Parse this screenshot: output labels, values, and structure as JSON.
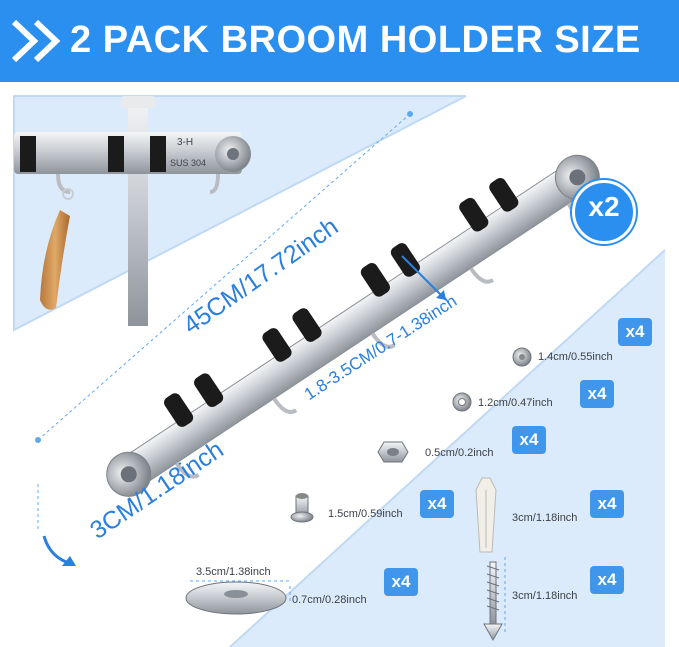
{
  "title": "2 PACK BROOM HOLDER SIZE",
  "pack_badge": "x2",
  "dimensions": {
    "length": "45CM/17.72inch",
    "clip_range": "1.8-3.5CM/0.7-1.38inch",
    "height": "3CM/1.18inch"
  },
  "hook_labels": {
    "model": "3-H",
    "material": "SUS 304"
  },
  "accessories": [
    {
      "name": "cap",
      "size": "1.4cm/0.55inch",
      "qty": "x4"
    },
    {
      "name": "washer",
      "size": "1.2cm/0.47inch",
      "qty": "x4"
    },
    {
      "name": "nut",
      "size": "0.5cm/0.2inch",
      "qty": "x4"
    },
    {
      "name": "barrel-nut",
      "size": "1.5cm/0.59inch",
      "qty": "x4"
    },
    {
      "name": "wall-anchor",
      "size": "3cm/1.18inch",
      "qty": "x4"
    },
    {
      "name": "magnetic-base",
      "size_a": "3.5cm/1.38inch",
      "size_b": "0.7cm/0.28inch",
      "qty": "x4"
    },
    {
      "name": "screw",
      "size": "3cm/1.18inch",
      "qty": "x4"
    }
  ],
  "colors": {
    "accent": "#2b8ff0",
    "panel": "#dcebfb",
    "steel": "#c8ccd1",
    "clip": "#1b1b1b"
  }
}
